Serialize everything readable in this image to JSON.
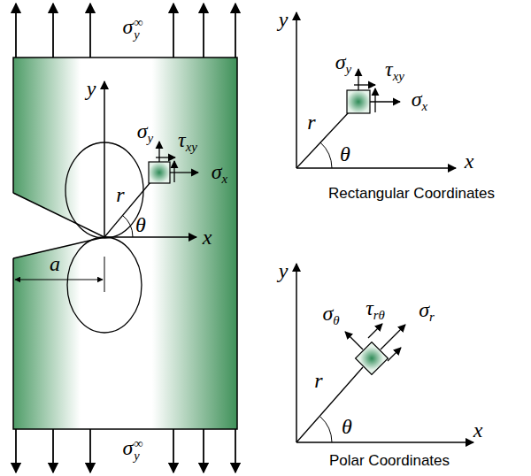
{
  "diagram": {
    "labels": [
      "σy∞",
      "σy∞",
      "a",
      "y",
      "x",
      "r",
      "θ",
      "σy",
      "τxy",
      "σx",
      "y",
      "x",
      "σy",
      "τxy",
      "σx",
      "r",
      "θ",
      "Rectangular Coordinates",
      "y",
      "x",
      "σθ",
      "τrθ",
      "σr",
      "r",
      "θ",
      "Polar Coordinates"
    ]
  }
}
